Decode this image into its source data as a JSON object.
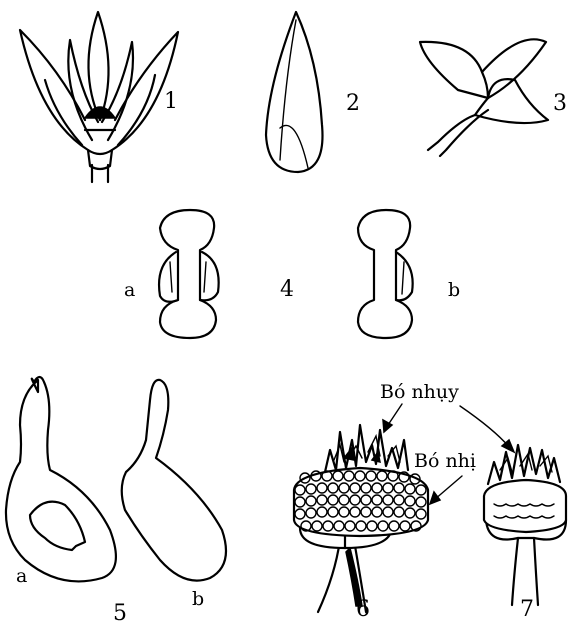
{
  "labels": {
    "fig1": "1",
    "fig2": "2",
    "fig3": "3",
    "fig4": "4",
    "fig4a": "a",
    "fig4b": "b",
    "fig5": "5",
    "fig5a": "a",
    "fig5b": "b",
    "fig6": "6",
    "fig7": "7"
  },
  "annotations": {
    "pistil_bundle": "Bó nhụy",
    "stamen_bundle": "Bó nhị"
  }
}
